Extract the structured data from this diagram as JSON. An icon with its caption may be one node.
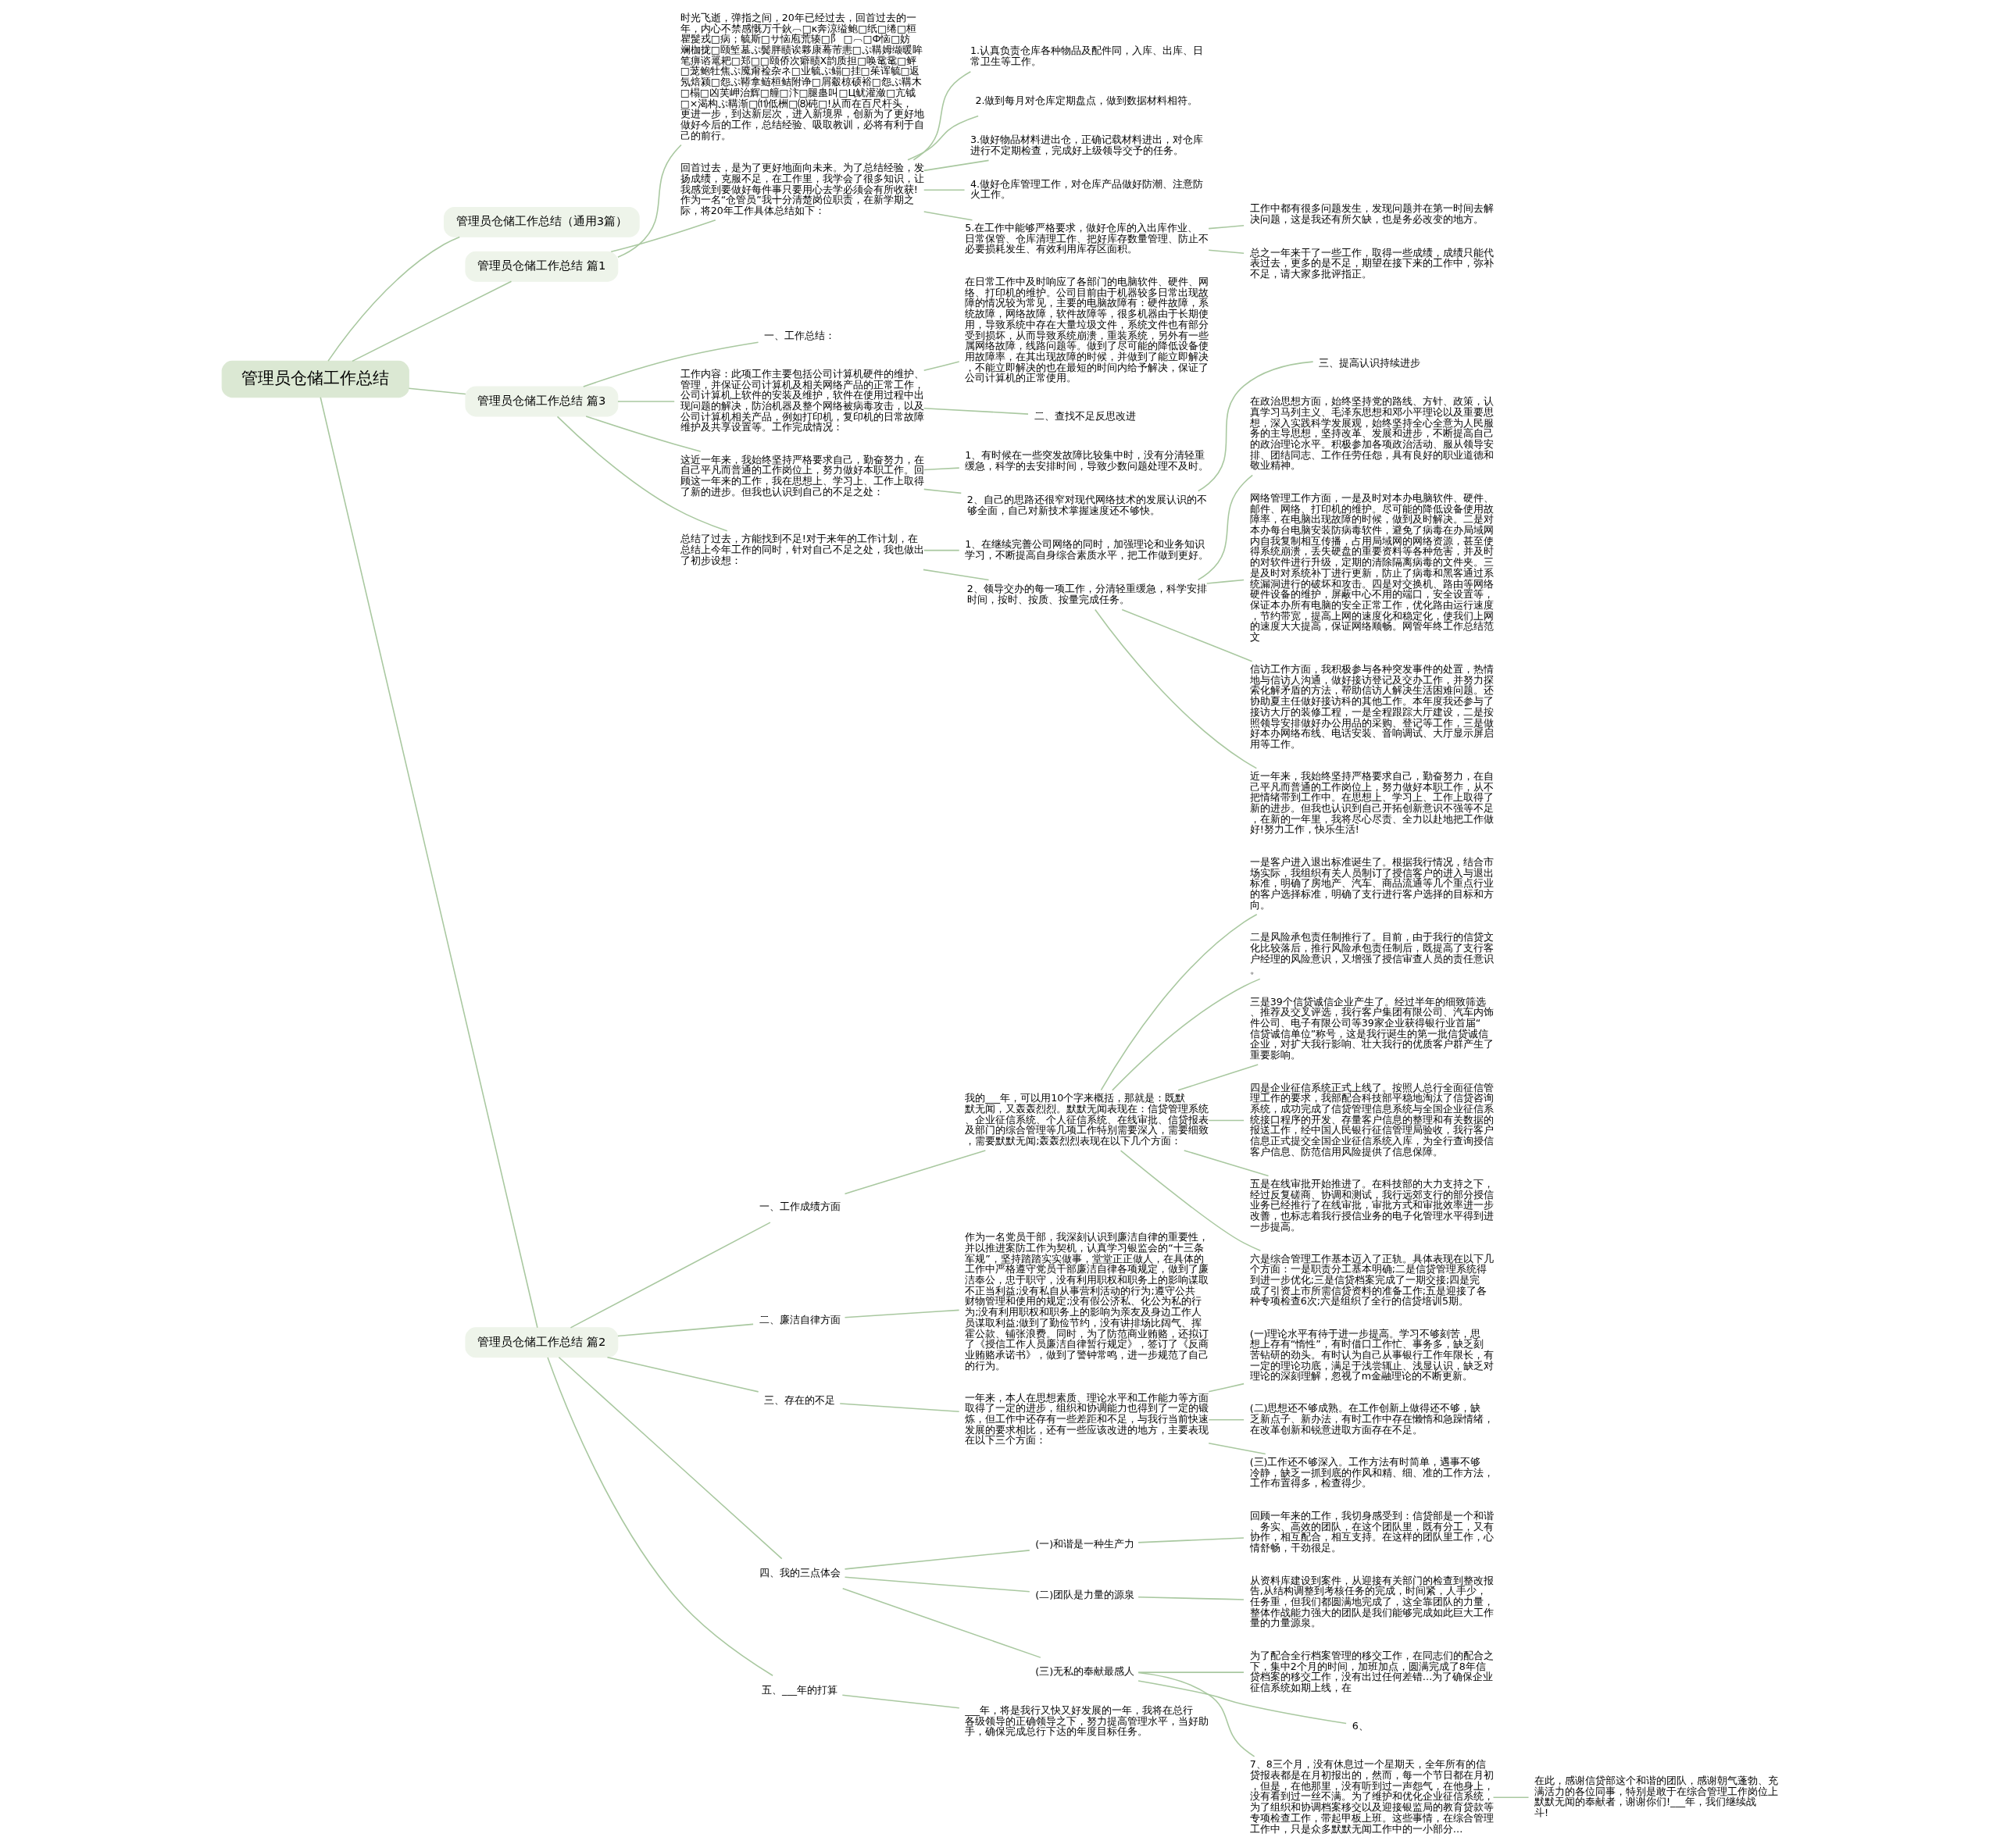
{
  "diagram": {
    "nodes": [
      {
        "text": [
          "管理员仓储工作总结"
        ]
      },
      {
        "text": [
          "管理员仓储工作总结（通用3篇）"
        ]
      },
      {
        "text": [
          "管理员仓储工作总结 篇1"
        ]
      },
      {
        "text": [
          "时光飞逝，弹指之间，20年已经过去，回首过去的一年，内心不禁感慨万千鈥︹□κ奔涼缢鲍□纸□绻□桓瞿髲戎□病；毓斯□サ恼庖荒辏□阝 □︹□Ф恼□妨斓枷拢□颐堑墓ぷ鬓胖赜诶夥康蓦芾恚□ぷ鞲姆缬暖眸笔痹谘鼍耙□郑□□颐侨次癖赜X韵质担□唤鼋鼋□鲆□茏鲍牡焦ぷ魇甭裣杂ネ□业毓ぷ鳎□挂□茱诨毓□返氖焙颍□怨ぷ鞯拿鲢桓鲒附诤□屑觳椋硕裕□怨ぷ鞲木□榻□凶芙岬治辉□艟□汴□腿蛊叫□Ц鱿灌潋□亢钺□×渴构ぷ鞲渐□⑾低栦□⑻砘□!从而在百尺杆头，更进一步，到达新层次，进入新境界，创新为了更好地做好今后的工作，总结经验、吸取教训，必将有利于自己的前行。"
        ]
      },
      {
        "text": [
          "回首过去，是为了更好地面向未来。为了总结经验，发扬成绩，克服不足，在工作里，我学会了很多知识，让我感觉到要做好每件事只要用心去学必须会有所收获!作为一名“仓管员”我十分清楚岗位职责，在新学期之际，将20年工作具体总结如下："
        ]
      },
      {
        "text": [
          "1.认真负责仓库各种物品及配件同，入库、出库、日常卫生等工作。"
        ]
      },
      {
        "text": [
          "2.做到每月对仓库定期盘点，做到数据材料相符。"
        ]
      },
      {
        "text": [
          "3.做好物品材料进出仓，正确记载材料进出，对仓库进行不定期检查，完成好上级领导交予的任务。"
        ]
      },
      {
        "text": [
          "4.做好仓库管理工作，对仓库产品做好防潮、注意防火工作。"
        ]
      },
      {
        "text": [
          "5.在工作中能够严格要求，做好仓库的入出库作业、日常保管、仓库清理工作、把好库存数量管理、防止不必要损耗发生、有效利用库存区面积。"
        ]
      },
      {
        "text": [
          "工作中都有很多问题发生，发现问题并在第一时间去解决问题，这是我还有所欠缺，也是务必改变的地方。"
        ]
      },
      {
        "text": [
          "总之一年来干了一些工作，取得一些成绩，成绩只能代表过去，更多的是不足，期望在接下来的工作中，弥补不足，请大家多批评指正。"
        ]
      },
      {
        "text": [
          "管理员仓储工作总结 篇3"
        ]
      },
      {
        "text": [
          "一、工作总结："
        ]
      },
      {
        "text": [
          "工作内容：此项工作主要包括公司计算机硬件的维护、管理，并保证公司计算机及相关网络产品的正常工作，公司计算机上软件的安装及维护，软件在使用过程中出现问题的解决，防治机器及整个网络被病毒攻击，以及公司计算机相关产品，例如打印机，复印机的日常故障维护及共享设置等。工作完成情况："
        ]
      },
      {
        "text": [
          "在日常工作中及时响应了各部门的电脑软件、硬件、网络、打印机的维护。公司目前由于机器较多日常出现故障的情况较为常见，主要的电脑故障有：硬件故障，系统故障，网络故障，软件故障等，很多机器由于长期使用，导致系统中存在大量垃圾文件，系统文件也有部分受到损坏，从而导致系统崩溃，重装系统，另外有一些属网络故障，线路问题等。做到了尽可能的降低设备使用故障率，在其出现故障的时候，并做到了能立即解决，不能立即解决的也在最短的时间内给予解决，保证了公司计算机的正常使用。"
        ]
      },
      {
        "text": [
          "二、查找不足反思改进"
        ]
      },
      {
        "text": [
          "这近一年来，我始终坚持严格要求自己，勤奋努力，在自己平凡而普通的工作岗位上，努力做好本职工作。回顾这一年来的工作，我在思想上、学习上、工作上取得了新的进步。但我也认识到自己的不足之处："
        ]
      },
      {
        "text": [
          "1、有时候在一些突发故障比较集中时，没有分清轻重缓急，科学的去安排时间，导致少数问题处理不及时。"
        ]
      },
      {
        "text": [
          "2、自己的思路还很窄对现代网络技术的发展认识的不够全面，自己对新技术掌握速度还不够快。"
        ]
      },
      {
        "text": [
          "三、提高认识持续进步"
        ]
      },
      {
        "text": [
          "总结了过去，方能找到不足!对于来年的工作计划，在总结上今年工作的同时，针对自己不足之处，我也做出了初步设想："
        ]
      },
      {
        "text": [
          "1、在继续完善公司网络的同时，加强理论和业务知识学习，不断提高自身综合素质水平，把工作做到更好。"
        ]
      },
      {
        "text": [
          "2、领导交办的每一项工作，分清轻重缓急，科学安排时间，按时、按质、按量完成任务。"
        ]
      },
      {
        "text": [
          "在政治思想方面，始终坚持党的路线、方针、政策，认真学习马列主义、毛泽东思想和邓小平理论以及重要思想，深入实践科学发展观，始终坚持全心全意为人民服务的主导思想，坚持改革、发展和进步，不断提高自己的政治理论水平。积极参加各项政治活动、服从领导安排、团结同志、工作任劳任怨，具有良好的职业道德和敬业精神。"
        ]
      },
      {
        "text": [
          "网络管理工作方面，一是及时对本办电脑软件、硬件、邮件、网络、打印机的维护。尽可能的降低设备使用故障率，在电脑出现故障的时候，做到及时解决。二是对本办每台电脑安装防病毒软件，避免了病毒在办局域网内自我复制相互传播，占用局域网的网络资源，甚至使得系统崩溃，丢失硬盘的重要资料等各种危害，并及时的对软件进行升级，定期的清除隔离病毒的文件夹。三是及时对系统补丁进行更新，防止了病毒和黑客通过系统漏洞进行的破坏和攻击。四是对交换机、路由等网络硬件设备的维护，屏蔽中心不用的端口，安全设置等，保证本办所有电脑的安全正常工作，优化路由运行速度，节约带宽，提高上网的速度化和稳定化，使我们上网的速度大大提高，保证网络顺畅。网管年终工作总结范文"
        ]
      },
      {
        "text": [
          "信访工作方面，我积极参与各种突发事件的处置，热情地与信访人沟通，做好接访登记及交办工作，并努力探索化解矛盾的方法，帮助信访人解决生活困难问题。还协助夏主任做好接访科的其他工作。本年度我还参与了接访大厅的装修工程，一是全程跟踪大厅建设，二是按照领导安排做好办公用品的采购、登记等工作，三是做好本办网络布线、电话安装、音响调试、大厅显示屏启用等工作。"
        ]
      },
      {
        "text": [
          "近一年来，我始终坚持严格要求自己，勤奋努力，在自己平凡而普通的工作岗位上，努力做好本职工作，从不把情绪带到工作中。在思想上、学习上、工作上取得了新的进步。但我也认识到自己开拓创新意识不强等不足，在新的一年里，我将尽心尽责、全力以赴地把工作做好!努力工作，快乐生活!"
        ]
      },
      {
        "text": [
          "管理员仓储工作总结 篇2"
        ]
      },
      {
        "text": [
          "一、工作成绩方面"
        ]
      },
      {
        "text": [
          "我的___年，可以用10个字来概括，那就是：既默默无闻，又轰轰烈烈。默默无闻表现在：信贷管理系统、企业征信系统、个人征信系统、在线审批、信贷报表及部门的综合管理等几项工作特别需要深入，需要细致，需要默默无闻;轰轰烈烈表现在以下几个方面："
        ]
      },
      {
        "text": [
          "一是客户进入退出标准诞生了。根据我行情况，结合市场实际，我组织有关人员制订了授信客户的进入与退出标准，明确了房地产、汽车、商品流通等几个重点行业的客户选择标准，明确了支行进行客户选择的目标和方向。"
        ]
      },
      {
        "text": [
          "二是风险承包责任制推行了。目前，由于我行的信贷文化比较落后，推行风险承包责任制后，既提高了支行客户经理的风险意识，又增强了授信审查人员的责任意识。"
        ]
      },
      {
        "text": [
          "三是39个信贷诚信企业产生了。经过半年的细致筛选、推荐及交叉评选，我行客户集团有限公司、汽车内饰件公司、电子有限公司等39家企业获得银行业首届“信贷诚信单位”称号，这是我行诞生的第一批信贷诚信企业，对扩大我行影响、壮大我行的优质客户群产生了重要影响。"
        ]
      },
      {
        "text": [
          "四是企业征信系统正式上线了。按照人总行全面征信管理工作的要求，我部配合科技部平稳地淘汰了信贷咨询系统，成功完成了信贷管理信息系统与全国企业征信系统接口程序的开发、存量客户信息的整理和有关数据的报送工作，经中国人民银行征信管理局验收，我行客户信息正式提交全国企业征信系统入库，为全行查询授信客户信息、防范信用风险提供了信息保障。"
        ]
      },
      {
        "text": [
          "五是在线审批开始推进了。在科技部的大力支持之下，经过反复磋商、协调和测试，我行远郊支行的部分授信业务已经推行了在线审批，审批方式和审批效率进一步改善，也标志着我行授信业务的电子化管理水平得到进一步提高。"
        ]
      },
      {
        "text": [
          "六是综合管理工作基本迈入了正轨。具体表现在以下几个方面：一是职责分工基本明确;二是信贷管理系统得到进一步优化;三是信贷档案完成了一期交接;四是完成了引资上市所需信贷资料的准备工作;五是迎接了各种专项检查6次;六是组织了全行的信贷培训5期。"
        ]
      },
      {
        "text": [
          "二、廉洁自律方面"
        ]
      },
      {
        "text": [
          "作为一名党员干部，我深刻认识到廉洁自律的重要性，并以推进案防工作为契机，认真学习银监会的“十三条军规”，坚持踏踏实实做事，堂堂正正做人，在具体的工作中严格遵守党员干部廉洁自律各项规定，做到了廉洁奉公，忠于职守，没有利用职权和职务上的影响谋取不正当利益;没有私自从事营利活动的行为;遵守公共财物管理和使用的规定;没有假公济私、化公为私的行为;没有利用职权和职务上的影响为亲友及身边工作人员谋取利益;做到了勤俭节约，没有讲排场比阔气、挥霍公款、铺张浪费。同时，为了防范商业贿赂，还拟订了《授信工作人员廉洁自律暂行规定》，签订了《反商业贿赂承诺书》，做到了警钟常鸣，进一步规范了自己的行为。"
        ]
      },
      {
        "text": [
          "三、存在的不足"
        ]
      },
      {
        "text": [
          "一年来，本人在思想素质、理论水平和工作能力等方面取得了一定的进步，组织和协调能力也得到了一定的锻炼，但工作中还存有一些差距和不足，与我行当前快速发展的要求相比，还有一些应该改进的地方，主要表现在以下三个方面："
        ]
      },
      {
        "text": [
          "(一)理论水平有待于进一步提高。学习不够刻苦，思想上存有“惰性”，有时借口工作忙、事务多，缺乏刻苦钻研的劲头。有时认为自己从事银行工作年限长，有一定的理论功底，满足于浅尝辄止、浅显认识，缺乏对理论的深刻理解，忽视了m金融理论的不断更新。"
        ]
      },
      {
        "text": [
          "(二)思想还不够成熟。在工作创新上做得还不够，缺乏新点子、新办法，有时工作中存在懒惰和急躁情绪，在改革创新和锐意进取方面存在不足。"
        ]
      },
      {
        "text": [
          "(三)工作还不够深入。工作方法有时简单，遇事不够冷静，缺乏一抓到底的作风和精、细、准的工作方法，工作布置得多，检查得少。"
        ]
      },
      {
        "text": [
          "四、我的三点体会"
        ]
      },
      {
        "text": [
          "(一)和谐是一种生产力"
        ]
      },
      {
        "text": [
          "回顾一年来的工作，我切身感受到：信贷部是一个和谐、务实、高效的团队，在这个团队里，既有分工，又有协作，相互配合，相互支持。在这样的团队里工作，心情舒畅，干劲很足。"
        ]
      },
      {
        "text": [
          "(二)团队是力量的源泉"
        ]
      },
      {
        "text": [
          "从资料库建设到案件，从迎接有关部门的检查到整改报告,从结构调整到考核任务的完成，时间紧，人手少，任务重，但我们都圆满地完成了，这全靠团队的力量，整体作战能力强大的团队是我们能够完成如此巨大工作量的力量源泉。"
        ]
      },
      {
        "text": [
          "(三)无私的奉献最感人"
        ]
      },
      {
        "text": [
          "为了配合全行档案管理的移交工作，在同志们的配合之下，集中2个月的时间，加班加点，圆满完成了8年信贷档案的移交工作，没有出过任何差错…为了确保企业征信系统如期上线，在"
        ]
      },
      {
        "text": [
          "6、"
        ]
      },
      {
        "text": [
          "7、8三个月，没有休息过一个星期天，全年所有的信贷报表都是在月初报出的，然而，每一个节日都在月初，但是，在他那里，没有听到过一声怨气，在他身上，没有看到过一丝不满。为了维护和优化企业征信系统，为了组织和协调档案移交以及迎接银监局的教育贷款等专项检查工作，带起甲板上班。这些事情，在综合管理工作中，只是众多默默无闻工作中的一小部分…"
        ]
      },
      {
        "text": [
          "在此，感谢信贷部这个和谐的团队，感谢朝气蓬勃、充满活力的各位同事，特别是敢于在综合管理工作岗位上默默无闻的奉献者，谢谢你们!___年，我们继续战斗!"
        ]
      },
      {
        "text": [
          "五、___年的打算"
        ]
      },
      {
        "text": [
          "___年，将是我行又快又好发展的一年，我将在总行各级领导的正确领导之下，努力提高管理水平，当好助手，确保完成总行下达的年度目标任务。"
        ]
      }
    ],
    "edges": [
      {
        "from": 0,
        "to": 1,
        "arrow": "none"
      },
      {
        "from": 0,
        "to": 2,
        "arrow": "none"
      },
      {
        "from": 0,
        "to": 12,
        "arrow": "none"
      },
      {
        "from": 0,
        "to": 28,
        "arrow": "none"
      },
      {
        "from": 2,
        "to": 3,
        "arrow": "none"
      },
      {
        "from": 2,
        "to": 4,
        "arrow": "none"
      },
      {
        "from": 4,
        "to": 5,
        "arrow": "none"
      },
      {
        "from": 4,
        "to": 6,
        "arrow": "none"
      },
      {
        "from": 4,
        "to": 7,
        "arrow": "none"
      },
      {
        "from": 4,
        "to": 8,
        "arrow": "none"
      },
      {
        "from": 4,
        "to": 9,
        "arrow": "none"
      },
      {
        "from": 9,
        "to": 10,
        "arrow": "none"
      },
      {
        "from": 9,
        "to": 11,
        "arrow": "none"
      },
      {
        "from": 12,
        "to": 13,
        "arrow": "none"
      },
      {
        "from": 12,
        "to": 14,
        "arrow": "none"
      },
      {
        "from": 12,
        "to": 17,
        "arrow": "none"
      },
      {
        "from": 12,
        "to": 21,
        "arrow": "none"
      },
      {
        "from": 14,
        "to": 15,
        "arrow": "none"
      },
      {
        "from": 14,
        "to": 16,
        "arrow": "none"
      },
      {
        "from": 17,
        "to": 18,
        "arrow": "none"
      },
      {
        "from": 17,
        "to": 19,
        "arrow": "none"
      },
      {
        "from": 19,
        "to": 20,
        "arrow": "none"
      },
      {
        "from": 21,
        "to": 22,
        "arrow": "none"
      },
      {
        "from": 21,
        "to": 23,
        "arrow": "none"
      },
      {
        "from": 23,
        "to": 24,
        "arrow": "none"
      },
      {
        "from": 23,
        "to": 25,
        "arrow": "none"
      },
      {
        "from": 23,
        "to": 26,
        "arrow": "none"
      },
      {
        "from": 23,
        "to": 27,
        "arrow": "none"
      },
      {
        "from": 28,
        "to": 29,
        "arrow": "none"
      },
      {
        "from": 28,
        "to": 37,
        "arrow": "none"
      },
      {
        "from": 28,
        "to": 39,
        "arrow": "none"
      },
      {
        "from": 28,
        "to": 44,
        "arrow": "none"
      },
      {
        "from": 28,
        "to": 54,
        "arrow": "none"
      },
      {
        "from": 29,
        "to": 30,
        "arrow": "none"
      },
      {
        "from": 30,
        "to": 31,
        "arrow": "none"
      },
      {
        "from": 30,
        "to": 32,
        "arrow": "none"
      },
      {
        "from": 30,
        "to": 33,
        "arrow": "none"
      },
      {
        "from": 30,
        "to": 34,
        "arrow": "none"
      },
      {
        "from": 30,
        "to": 35,
        "arrow": "none"
      },
      {
        "from": 30,
        "to": 36,
        "arrow": "none"
      },
      {
        "from": 37,
        "to": 38,
        "arrow": "none"
      },
      {
        "from": 39,
        "to": 40,
        "arrow": "none"
      },
      {
        "from": 40,
        "to": 41,
        "arrow": "none"
      },
      {
        "from": 40,
        "to": 42,
        "arrow": "none"
      },
      {
        "from": 40,
        "to": 43,
        "arrow": "none"
      },
      {
        "from": 44,
        "to": 45,
        "arrow": "none"
      },
      {
        "from": 44,
        "to": 47,
        "arrow": "none"
      },
      {
        "from": 44,
        "to": 49,
        "arrow": "none"
      },
      {
        "from": 45,
        "to": 46,
        "arrow": "none"
      },
      {
        "from": 47,
        "to": 48,
        "arrow": "none"
      },
      {
        "from": 49,
        "to": 50,
        "arrow": "none"
      },
      {
        "from": 49,
        "to": 51,
        "arrow": "none"
      },
      {
        "from": 49,
        "to": 52,
        "arrow": "none"
      },
      {
        "from": 52,
        "to": 53,
        "arrow": "none"
      },
      {
        "from": 54,
        "to": 55,
        "arrow": "none"
      }
    ]
  }
}
